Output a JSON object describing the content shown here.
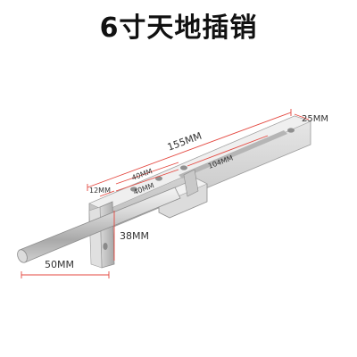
{
  "title": "6寸天地插销",
  "dimensions": {
    "length_total": "155MM",
    "width_plate": "25MM",
    "slot_length": "104MM",
    "hole_spacing_a": "40MM",
    "hole_spacing_b": "40MM",
    "bolt_offset": "12MM",
    "height": "38MM",
    "bolt_protrusion": "50MM"
  },
  "colors": {
    "dimension_line": "#e4473f",
    "text": "#111111"
  }
}
